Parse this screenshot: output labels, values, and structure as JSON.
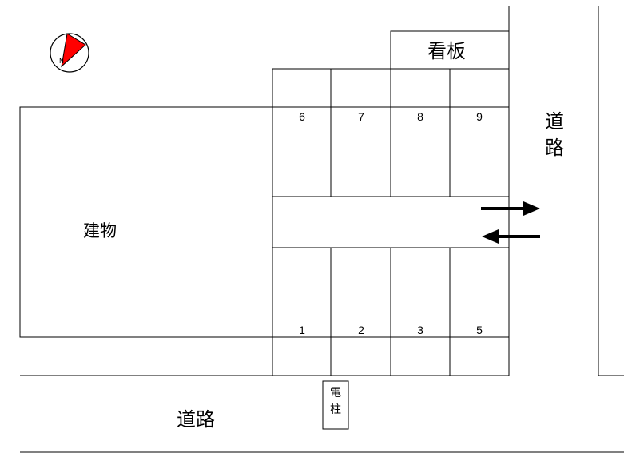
{
  "compass": {
    "icon": "north-arrow-icon",
    "label": "N",
    "color": "#ff0000"
  },
  "building": {
    "label": "建物"
  },
  "signboard": {
    "label": "看板"
  },
  "road_right": {
    "label_line1": "道",
    "label_line2": "路"
  },
  "road_bottom": {
    "label": "道路"
  },
  "utility_pole": {
    "label_line1": "電",
    "label_line2": "柱"
  },
  "parking": {
    "top_row": [
      "6",
      "7",
      "8",
      "9"
    ],
    "bottom_row": [
      "1",
      "2",
      "3",
      "5"
    ]
  },
  "arrows": {
    "entry": "arrow-right-icon",
    "exit": "arrow-left-icon"
  }
}
